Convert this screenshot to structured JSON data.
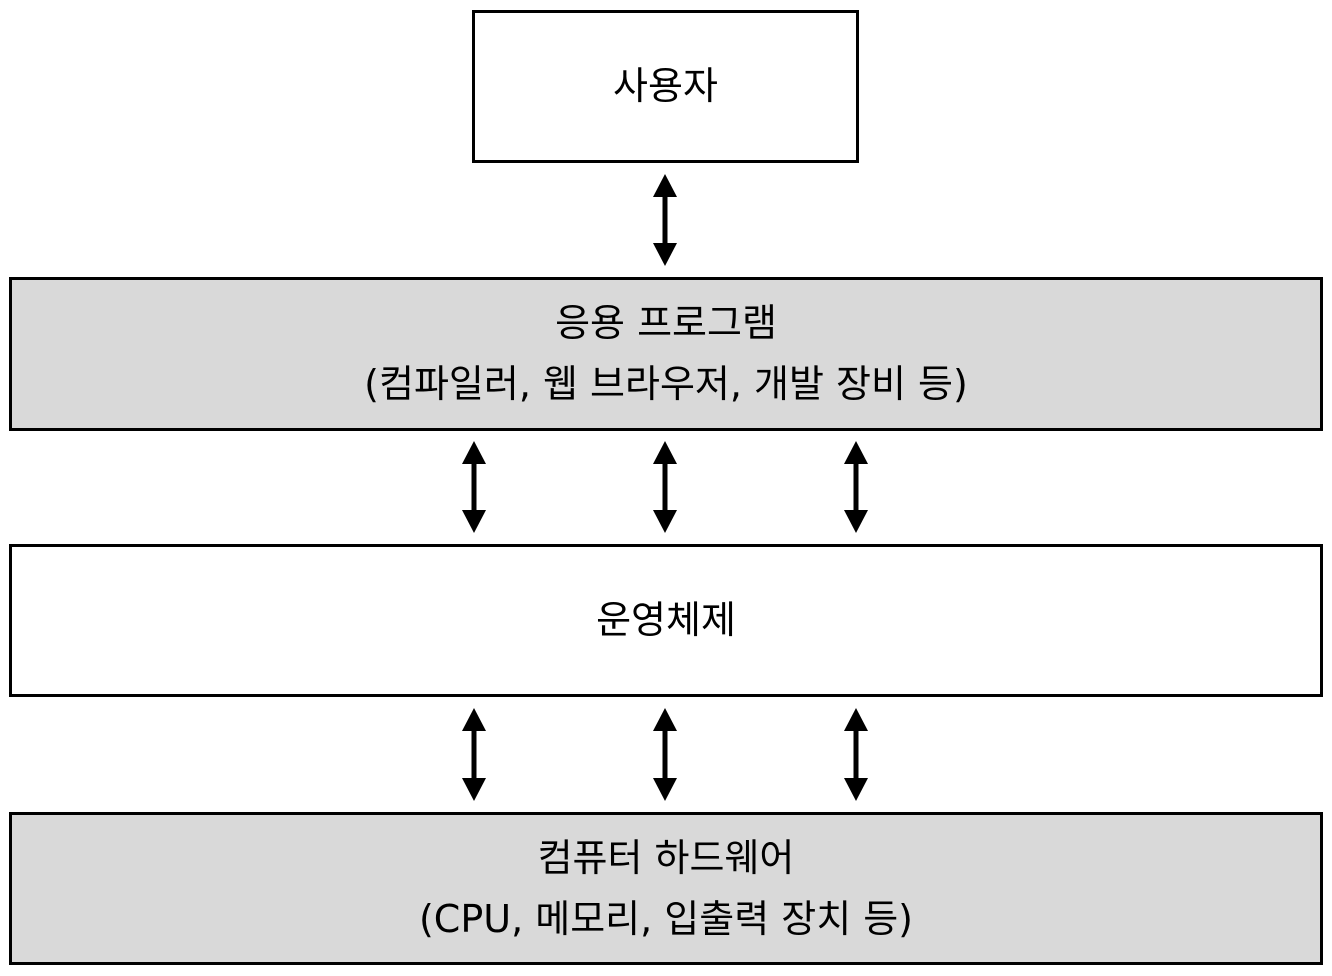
{
  "colors": {
    "border": "#000000",
    "shaded_fill": "#d9d9d9",
    "plain_fill": "#ffffff",
    "arrow": "#000000"
  },
  "layers": {
    "user": {
      "title": "사용자"
    },
    "applications": {
      "title": "응용 프로그램",
      "subtitle": "(컴파일러, 웹 브라우저, 개발 장비 등)"
    },
    "os": {
      "title": "운영체제"
    },
    "hardware": {
      "title": "컴퓨터 하드웨어",
      "subtitle": "(CPU, 메모리, 입출력 장치 등)"
    }
  },
  "connections": [
    {
      "from": "user",
      "to": "applications",
      "count": 1,
      "direction": "bidirectional"
    },
    {
      "from": "applications",
      "to": "os",
      "count": 3,
      "direction": "bidirectional"
    },
    {
      "from": "os",
      "to": "hardware",
      "count": 3,
      "direction": "bidirectional"
    }
  ]
}
